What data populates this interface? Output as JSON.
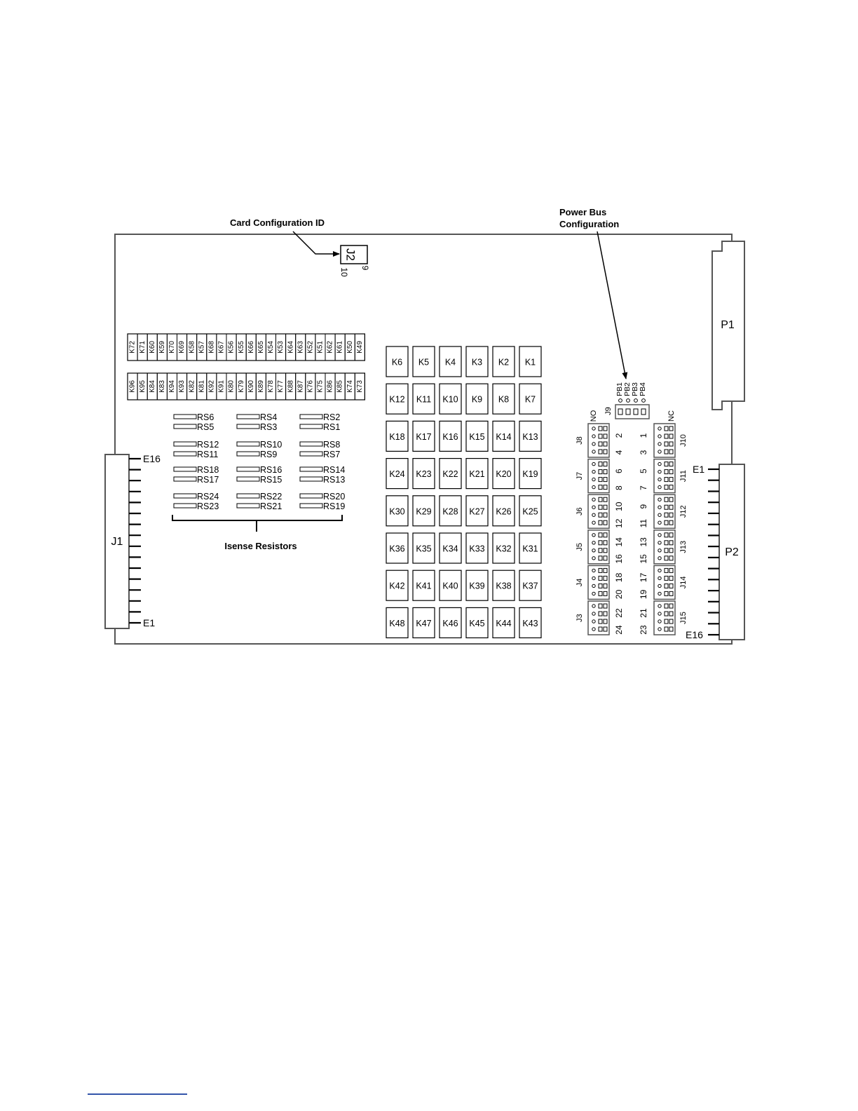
{
  "annotations": {
    "card_config": "Card Configuration ID",
    "power_bus_line1": "Power Bus",
    "power_bus_line2": "Configuration",
    "isense": "Isense Resistors"
  },
  "connectors": {
    "j1": {
      "label": "J1",
      "top_pin": "E16",
      "bottom_pin": "E1"
    },
    "j2": {
      "label": "J2",
      "pin_a": "9",
      "pin_b": "10"
    },
    "p1": {
      "label": "P1"
    },
    "p2": {
      "label": "P2",
      "top_pin": "E1",
      "bottom_pin": "E16"
    },
    "j9": {
      "label": "J9",
      "pins": [
        "PB1",
        "PB2",
        "PB3",
        "PB4"
      ]
    },
    "no_label": "NO",
    "nc_label": "NC"
  },
  "relays_small_top": [
    "K72",
    "K71",
    "K60",
    "K59",
    "K70",
    "K69",
    "K58",
    "K57",
    "K68",
    "K67",
    "K56",
    "K55",
    "K66",
    "K65",
    "K54",
    "K53",
    "K64",
    "K63",
    "K52",
    "K51",
    "K62",
    "K61",
    "K50",
    "K49"
  ],
  "relays_small_bottom": [
    "K96",
    "K95",
    "K84",
    "K83",
    "K94",
    "K93",
    "K82",
    "K81",
    "K92",
    "K91",
    "K80",
    "K79",
    "K90",
    "K89",
    "K78",
    "K77",
    "K88",
    "K87",
    "K76",
    "K75",
    "K86",
    "K85",
    "K74",
    "K73"
  ],
  "relays_grid": [
    [
      "K6",
      "K5",
      "K4",
      "K3",
      "K2",
      "K1"
    ],
    [
      "K12",
      "K11",
      "K10",
      "K9",
      "K8",
      "K7"
    ],
    [
      "K18",
      "K17",
      "K16",
      "K15",
      "K14",
      "K13"
    ],
    [
      "K24",
      "K23",
      "K22",
      "K21",
      "K20",
      "K19"
    ],
    [
      "K30",
      "K29",
      "K28",
      "K27",
      "K26",
      "K25"
    ],
    [
      "K36",
      "K35",
      "K34",
      "K33",
      "K32",
      "K31"
    ],
    [
      "K42",
      "K41",
      "K40",
      "K39",
      "K38",
      "K37"
    ],
    [
      "K48",
      "K47",
      "K46",
      "K45",
      "K44",
      "K43"
    ]
  ],
  "resistors": [
    [
      "RS6",
      "RS4",
      "RS2"
    ],
    [
      "RS5",
      "RS3",
      "RS1"
    ],
    [
      "RS12",
      "RS10",
      "RS8"
    ],
    [
      "RS11",
      "RS9",
      "RS7"
    ],
    [
      "RS18",
      "RS16",
      "RS14"
    ],
    [
      "RS17",
      "RS15",
      "RS13"
    ],
    [
      "RS24",
      "RS22",
      "RS20"
    ],
    [
      "RS23",
      "RS21",
      "RS19"
    ]
  ],
  "jumpers_left": [
    {
      "label": "J8",
      "pins": [
        "2",
        "4"
      ]
    },
    {
      "label": "J7",
      "pins": [
        "6",
        "8"
      ]
    },
    {
      "label": "J6",
      "pins": [
        "10",
        "12"
      ]
    },
    {
      "label": "J5",
      "pins": [
        "14",
        "16"
      ]
    },
    {
      "label": "J4",
      "pins": [
        "18",
        "20"
      ]
    },
    {
      "label": "J3",
      "pins": [
        "22",
        "24"
      ]
    }
  ],
  "jumpers_right": [
    {
      "label": "J10",
      "pins": [
        "1",
        "3"
      ]
    },
    {
      "label": "J11",
      "pins": [
        "5",
        "7"
      ]
    },
    {
      "label": "J12",
      "pins": [
        "9",
        "11"
      ]
    },
    {
      "label": "J13",
      "pins": [
        "13",
        "15"
      ]
    },
    {
      "label": "J14",
      "pins": [
        "17",
        "19"
      ]
    },
    {
      "label": "J15",
      "pins": [
        "21",
        "23"
      ]
    }
  ]
}
